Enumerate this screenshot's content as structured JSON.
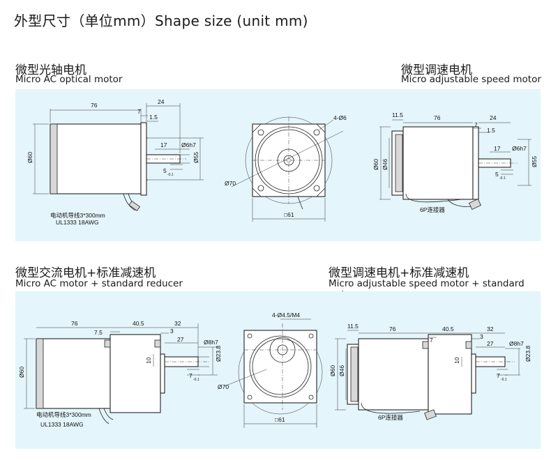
{
  "header": {
    "title": "外型尺寸（单位mm）Shape size (unit mm)"
  },
  "sections": {
    "optical": {
      "cn": "微型光轴电机",
      "en": "Micro AC optical motor",
      "dims": {
        "len76": "76",
        "d24": "24",
        "d7": "7",
        "d1_5": "1.5",
        "d17": "17",
        "d6h7": "Ø6h7",
        "d60": "Ø60",
        "d55": "Ø55",
        "d5": "5",
        "tol": "-0.1"
      },
      "cable": {
        "l1": "电动机导线3*300mm",
        "l2": "UL1333  18AWG"
      }
    },
    "flange1": {
      "holes": "4-Ø6",
      "d70": "Ø70",
      "sq61": "□61"
    },
    "adjustable": {
      "cn": "微型调速电机",
      "en": "Micro adjustable speed motor",
      "dims": {
        "d11_5": "11.5",
        "len76": "76",
        "d24": "24",
        "d7": "7",
        "d1_5": "1.5",
        "d17": "17",
        "d6h7": "Ø6h7",
        "d60": "Ø60",
        "d46": "Ø46",
        "d55": "Ø55",
        "d5": "5",
        "tol": "-0.1"
      },
      "connector": "6P连接器"
    },
    "ac_reducer": {
      "cn": "微型交流电机+标准减速机",
      "en": "Micro AC motor + standard reducer",
      "dims": {
        "len76": "76",
        "d7_5": "7.5",
        "d40_5": "40.5",
        "d32": "32",
        "d3": "3",
        "d27": "27",
        "d8h7": "Ø8h7",
        "d23_8": "Ø23.8",
        "d60": "Ø60",
        "d10": "10",
        "d7": "7",
        "tol": "-0.1"
      },
      "cable": {
        "l1": "电动机导线3*300mm",
        "l2": "UL1333  18AWG"
      }
    },
    "flange2": {
      "holes": "4-Ø4.5/M4",
      "d70": "Ø70",
      "sq61": "□61"
    },
    "adj_reducer": {
      "cn": "微型调速电机+标准减速机",
      "en": "Micro adjustable speed motor + standard reducer",
      "dims": {
        "d11_5": "11.5",
        "len76": "76",
        "d7": "7",
        "d40_5": "40.5",
        "d32": "32",
        "d3": "3",
        "d27": "27",
        "d8h7": "Ø8h7",
        "d23_8": "Ø23.8",
        "d60": "Ø60",
        "d46": "Ø46",
        "d10": "10",
        "d7b": "7",
        "tol": "-0.1"
      },
      "connector": "6P连接器"
    }
  }
}
